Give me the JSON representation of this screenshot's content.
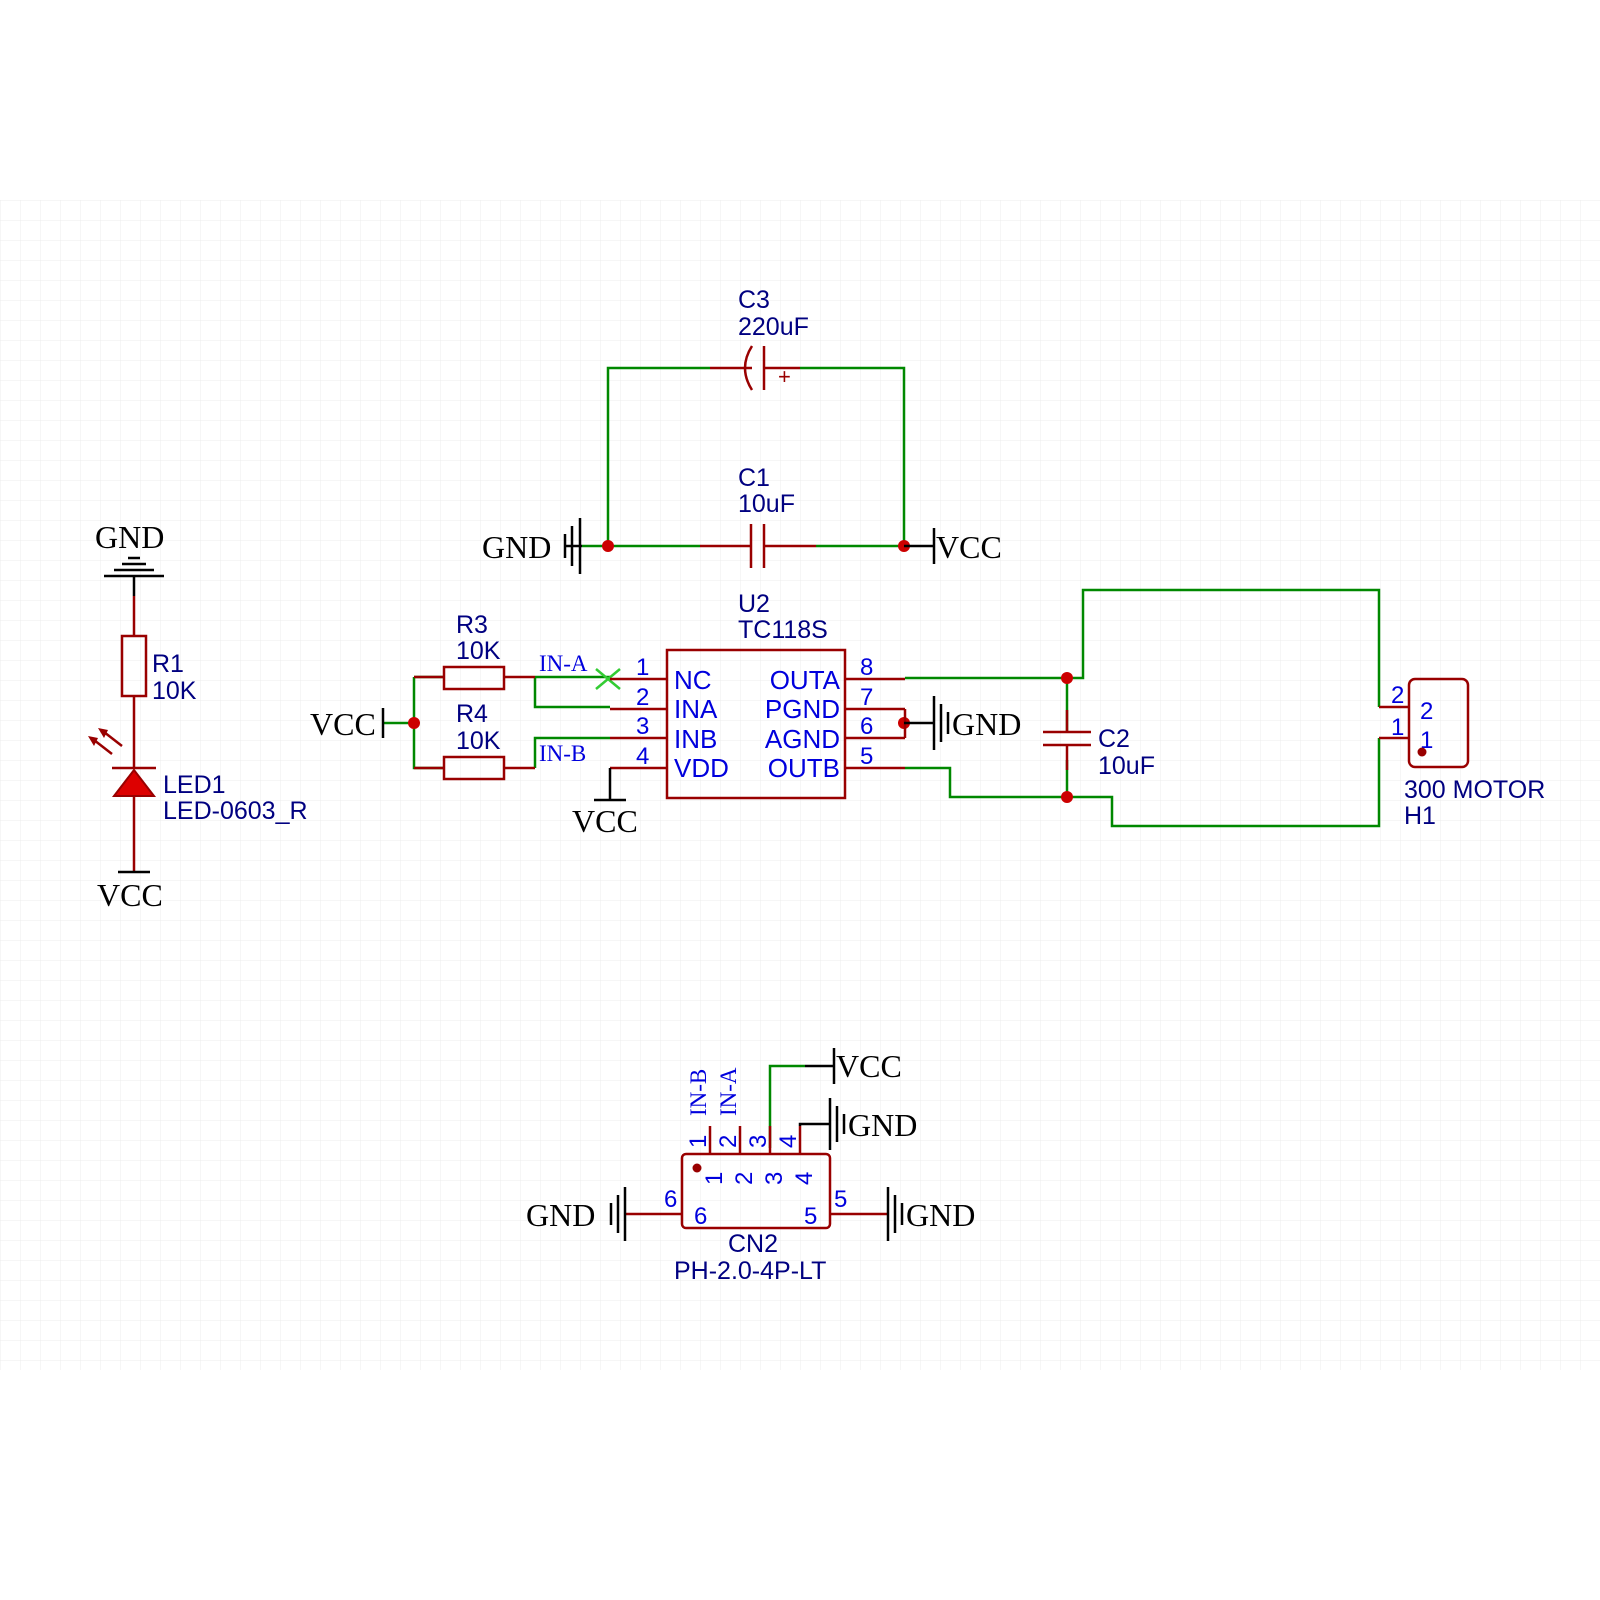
{
  "components": {
    "c3": {
      "ref": "C3",
      "value": "220uF",
      "polarity": "+"
    },
    "c1": {
      "ref": "C1",
      "value": "10uF"
    },
    "c2": {
      "ref": "C2",
      "value": "10uF"
    },
    "r1": {
      "ref": "R1",
      "value": "10K"
    },
    "r3": {
      "ref": "R3",
      "value": "10K"
    },
    "r4": {
      "ref": "R4",
      "value": "10K"
    },
    "led1": {
      "ref": "LED1",
      "value": "LED-0603_R"
    },
    "u2": {
      "ref": "U2",
      "value": "TC118S",
      "pins": [
        {
          "num": "1",
          "name": "NC"
        },
        {
          "num": "2",
          "name": "INA"
        },
        {
          "num": "3",
          "name": "INB"
        },
        {
          "num": "4",
          "name": "VDD"
        },
        {
          "num": "8",
          "name": "OUTA"
        },
        {
          "num": "7",
          "name": "PGND"
        },
        {
          "num": "6",
          "name": "AGND"
        },
        {
          "num": "5",
          "name": "OUTB"
        }
      ]
    },
    "h1": {
      "ref": "H1",
      "value": "300 MOTOR",
      "pins": [
        "2",
        "1"
      ]
    },
    "cn2": {
      "ref": "CN2",
      "value": "PH-2.0-4P-LT",
      "pins": [
        "1",
        "2",
        "3",
        "4",
        "5",
        "6"
      ]
    }
  },
  "power": {
    "gnd": "GND",
    "vcc": "VCC"
  },
  "nets": {
    "in_a": "IN-A",
    "in_b": "IN-B"
  },
  "colors": {
    "wire": "#008800",
    "symbol": "#990000",
    "junction": "#cc0000",
    "text": "#0000dd",
    "grid": "#e6e6e6"
  }
}
